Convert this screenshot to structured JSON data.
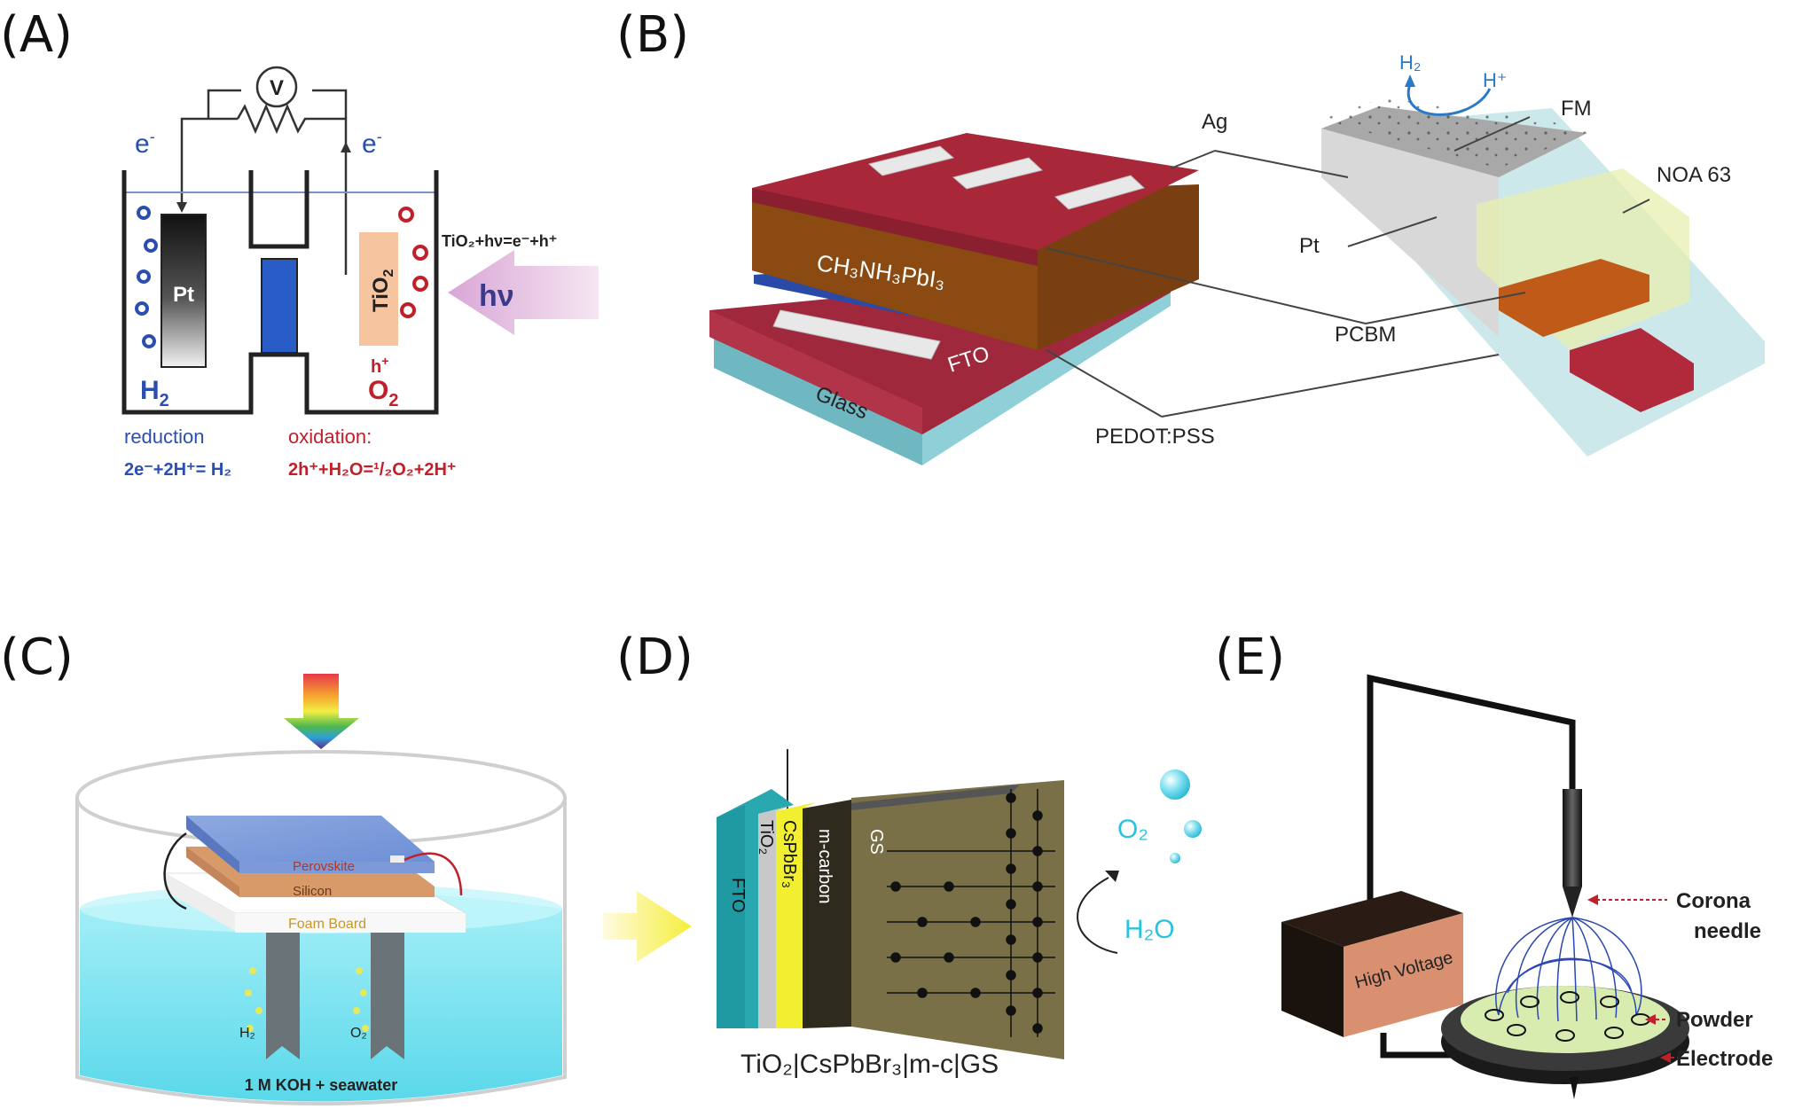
{
  "panels": {
    "a": {
      "letter": "(A)",
      "meter": "V",
      "electron_left": "e",
      "electron_left_sup": "-",
      "electron_right": "e",
      "electron_right_sup": "-",
      "pt_label": "Pt",
      "tio2_label": "TiO",
      "tio2_sub": "2",
      "hole_label": "h",
      "hole_sup": "+",
      "equation_tio2": "TiO₂+hν=e⁻+h⁺",
      "light_label": "hν",
      "h2_label": "H",
      "h2_sub": "2",
      "o2_label": "O",
      "o2_sub": "2",
      "reduction_title": "reduction",
      "reduction_eq": "2e⁻+2H⁺= H₂",
      "oxidation_title": "oxidation:",
      "oxidation_eq": "2h⁺+H₂O=¹/₂O₂+2H⁺"
    },
    "b": {
      "letter": "(B)",
      "ag": "Ag",
      "perovskite": "CH₃NH₃PbI₃",
      "fto": "FTO",
      "glass": "Glass",
      "pedot": "PEDOT:PSS",
      "pcbm": "PCBM",
      "pt": "Pt",
      "fm": "FM",
      "noa": "NOA 63",
      "h2": "H₂",
      "hplus": "H⁺"
    },
    "c": {
      "letter": "(C)",
      "perovskite": "Perovskite",
      "silicon": "Silicon",
      "foam": "Foam Board",
      "h2": "H₂",
      "o2": "O₂",
      "electrolyte": "1 M KOH + seawater"
    },
    "d": {
      "letter": "(D)",
      "fto": "FTO",
      "tio2": "TiO₂",
      "cspbbr3": "CsPbBr₃",
      "mcarbon": "m-carbon",
      "gs": "GS",
      "o2": "O₂",
      "h2o": "H₂O",
      "caption": "TiO₂|CsPbBr₃|m-c|GS"
    },
    "e": {
      "letter": "(E)",
      "high_voltage": "High Voltage",
      "corona_1": "Corona",
      "corona_2": "needle",
      "powder": "Powder",
      "electrode": "Electrode"
    }
  },
  "colors": {
    "blue_text": "#2a4fb0",
    "red_text": "#c0202a",
    "perovskite_brown": "#8a4a12",
    "fto_red": "#a0283c",
    "glass_teal": "#8fd0d8",
    "water": "#7fe3f0",
    "cyan_label": "#27c4e0",
    "yellow": "#f5ee3a"
  }
}
